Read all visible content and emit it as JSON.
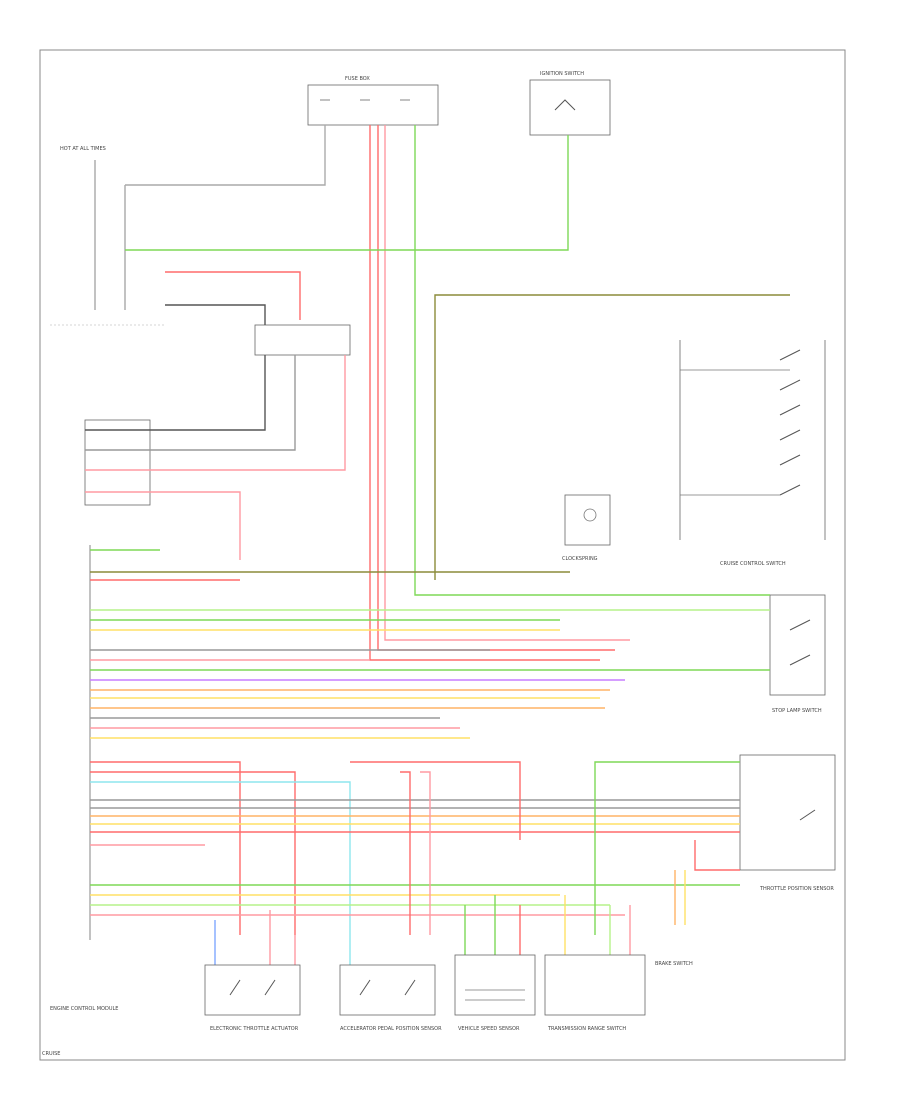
{
  "colors": {
    "red": "#ff6b6b",
    "pink": "#ff9aa2",
    "green": "#7ed957",
    "light_green": "#b6f28a",
    "olive": "#8c8c3a",
    "dark_gray": "#555555",
    "gray": "#9a9a9a",
    "yellow": "#ffe066",
    "orange": "#ffb366",
    "purple": "#c77dff",
    "blue": "#7fa8ff",
    "cyan": "#8ee6ee",
    "brown": "#b08060",
    "black": "#333333"
  },
  "labels": {
    "battery_fuse_top": "HOT AT ALL TIMES",
    "fuse_box": "FUSE BOX",
    "ignition_box": "IGNITION SWITCH",
    "ecm_note": "ENGINE CONTROL MODULE",
    "cruise_switch": "CRUISE CONTROL SWITCH",
    "clock_spring": "CLOCKSPRING",
    "stop_lamp_switch": "STOP LAMP SWITCH",
    "tps": "THROTTLE POSITION SENSOR",
    "bottom_1": "ELECTRONIC THROTTLE ACTUATOR",
    "bottom_2": "ACCELERATOR PEDAL POSITION SENSOR",
    "bottom_3": "VEHICLE SPEED SENSOR",
    "bottom_4": "TRANSMISSION RANGE SWITCH",
    "bottom_5": "BRAKE SWITCH",
    "footer": "CRUISE"
  }
}
